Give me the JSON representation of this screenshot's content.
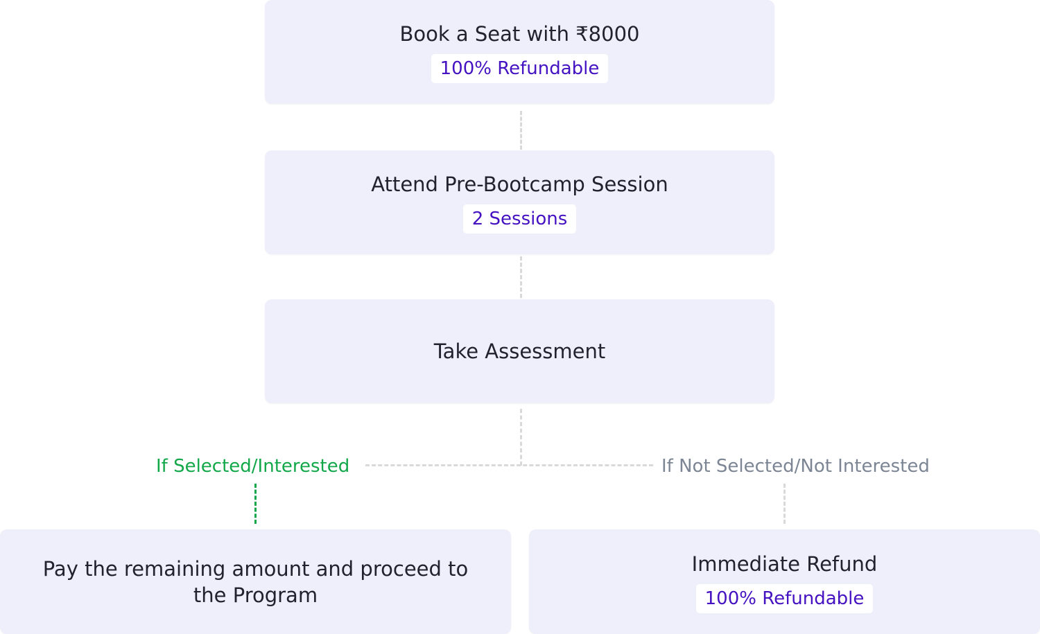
{
  "steps": [
    {
      "title": "Book a Seat with ₹8000",
      "badge": "100% Refundable"
    },
    {
      "title": "Attend Pre-Bootcamp Session",
      "badge": "2 Sessions"
    },
    {
      "title": "Take Assessment"
    }
  ],
  "branches": {
    "selected": {
      "label": "If Selected/Interested",
      "title": "Pay the remaining amount and proceed to the Program"
    },
    "not_selected": {
      "label": "If Not Selected/Not Interested",
      "title": "Immediate Refund",
      "badge": "100% Refundable"
    }
  },
  "colors": {
    "box": "#efeffb",
    "accent": "#4512c2",
    "selected": "#12a84a",
    "not_selected": "#7c8594"
  }
}
